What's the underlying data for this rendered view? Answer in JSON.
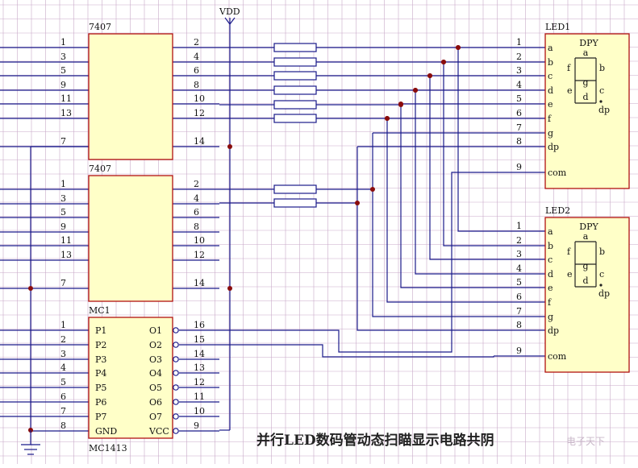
{
  "colors": {
    "background": "#ffffff",
    "grid": "#c9a9c9",
    "wire": "#1a1a8a",
    "chip_fill": "#ffffc8",
    "chip_border": "#b01010",
    "junction": "#8a0c0c",
    "text": "#111111"
  },
  "power": {
    "vdd_label": "VDD"
  },
  "chips": {
    "u1": {
      "name": "7407",
      "left_pins": [
        "1",
        "3",
        "5",
        "9",
        "11",
        "13",
        "7"
      ],
      "right_pins": [
        "2",
        "4",
        "6",
        "8",
        "10",
        "12",
        "14"
      ]
    },
    "u2": {
      "name": "7407",
      "left_pins": [
        "1",
        "3",
        "5",
        "9",
        "11",
        "13",
        "7"
      ],
      "right_pins": [
        "2",
        "4",
        "6",
        "8",
        "10",
        "12",
        "14"
      ]
    },
    "u3": {
      "name": "MC1",
      "part": "MC1413",
      "left_pins": [
        "1",
        "2",
        "3",
        "4",
        "5",
        "6",
        "7",
        "8"
      ],
      "left_labels": [
        "P1",
        "P2",
        "P3",
        "P4",
        "P5",
        "P6",
        "P7",
        "GND"
      ],
      "right_pins": [
        "16",
        "15",
        "14",
        "13",
        "12",
        "11",
        "10",
        "9"
      ],
      "right_labels": [
        "O1",
        "O2",
        "O3",
        "O4",
        "O5",
        "O6",
        "O7",
        "VCC"
      ]
    }
  },
  "displays": [
    {
      "name": "LED1",
      "type": "DPY",
      "pins": [
        "1",
        "2",
        "3",
        "4",
        "5",
        "6",
        "7",
        "8",
        "9"
      ],
      "pin_labels": [
        "a",
        "b",
        "c",
        "d",
        "e",
        "f",
        "g",
        "dp",
        "com"
      ],
      "segment_labels": {
        "a": "a",
        "b": "b",
        "c": "c",
        "d": "d",
        "e": "e",
        "f": "f",
        "g": "g",
        "dp": "dp"
      }
    },
    {
      "name": "LED2",
      "type": "DPY",
      "pins": [
        "1",
        "2",
        "3",
        "4",
        "5",
        "6",
        "7",
        "8",
        "9"
      ],
      "pin_labels": [
        "a",
        "b",
        "c",
        "d",
        "e",
        "f",
        "g",
        "dp",
        "com"
      ],
      "segment_labels": {
        "a": "a",
        "b": "b",
        "c": "c",
        "d": "d",
        "e": "e",
        "f": "f",
        "g": "g",
        "dp": "dp"
      }
    }
  ],
  "caption": "并行LED数码管动态扫瞄显示电路共阴",
  "watermark": "电子天下"
}
